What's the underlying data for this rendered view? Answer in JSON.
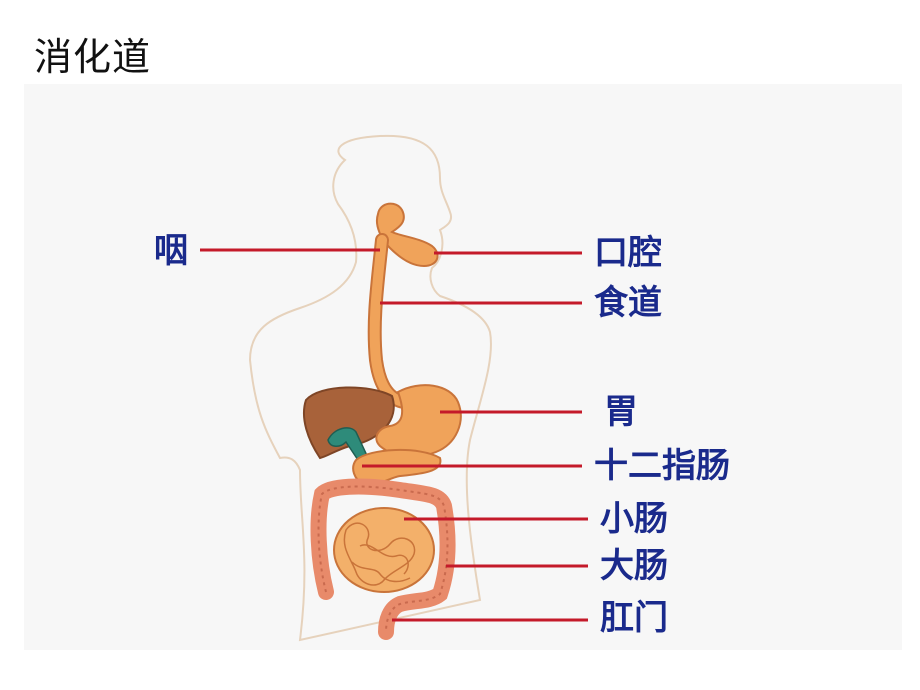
{
  "title": "消化道",
  "colors": {
    "label_text": "#1a2a8c",
    "leader_line": "#c41a2a",
    "organ_fill": "#f0a35a",
    "organ_stroke": "#c9743a",
    "liver_fill": "#a8623a",
    "gallbladder_fill": "#2e8b7a",
    "body_outline": "#e6d2bc",
    "panel_bg": "#f7f7f7"
  },
  "labels": {
    "pharynx": "咽",
    "oral_cavity": "口腔",
    "esophagus": "食道",
    "stomach": "胃",
    "duodenum": "十二指肠",
    "small_intestine": "小肠",
    "large_intestine": "大肠",
    "anus": "肛门"
  }
}
